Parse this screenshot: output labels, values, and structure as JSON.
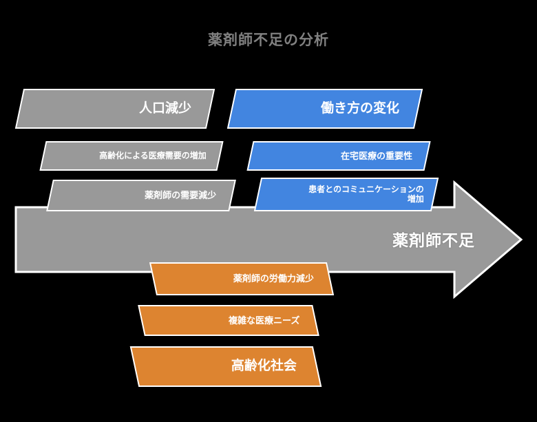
{
  "diagram": {
    "title": "薬剤師不足の分析",
    "background_color": "#000000",
    "title_color": "#808080",
    "arrow": {
      "label": "薬剤師不足",
      "color": "#999999",
      "direction": "right"
    },
    "groups": [
      {
        "name": "population-decline-group",
        "color": "#999999",
        "position": "upper-left",
        "cards": [
          {
            "name": "card-population-decline",
            "label": "人口減少",
            "emphasis": "large"
          },
          {
            "name": "card-aging-medical-demand",
            "label": "高齢化による医療需要の増加",
            "emphasis": "small"
          },
          {
            "name": "card-pharmacist-demand-decline",
            "label": "薬剤師の需要減少",
            "emphasis": "medium"
          }
        ]
      },
      {
        "name": "work-style-change-group",
        "color": "#4285e0",
        "position": "upper-right",
        "cards": [
          {
            "name": "card-work-style-change",
            "label": "働き方の変化",
            "emphasis": "large"
          },
          {
            "name": "card-home-care-importance",
            "label": "在宅医療の重要性",
            "emphasis": "medium"
          },
          {
            "name": "card-patient-communication",
            "label": "患者とのコミュニケーションの\n増加",
            "emphasis": "small"
          }
        ]
      },
      {
        "name": "aging-society-group",
        "color": "#dd8430",
        "position": "lower-center",
        "cards": [
          {
            "name": "card-pharmacist-workforce-decline",
            "label": "薬剤師の労働力減少",
            "emphasis": "medium"
          },
          {
            "name": "card-complex-medical-needs",
            "label": "複雑な医療ニーズ",
            "emphasis": "medium"
          },
          {
            "name": "card-aging-society",
            "label": "高齢化社会",
            "emphasis": "large"
          }
        ]
      }
    ]
  }
}
